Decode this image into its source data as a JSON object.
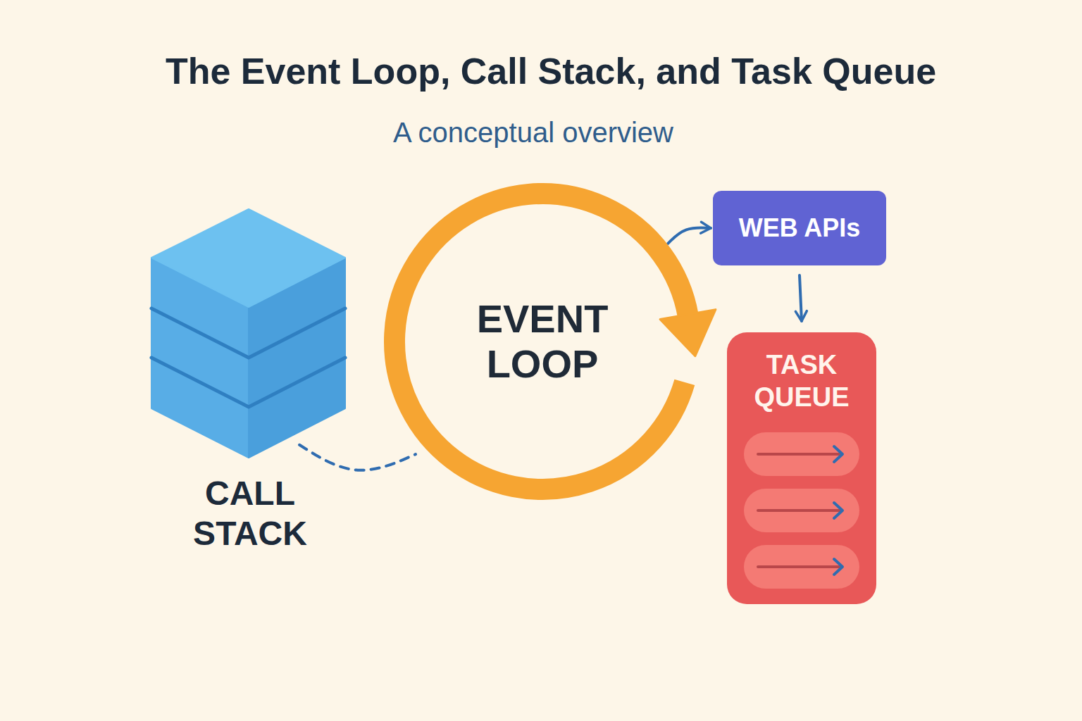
{
  "diagram": {
    "title": "The Event Loop, Call Stack, and Task Queue",
    "nodes": [
      {
        "text": [
          "CALL STACK"
        ]
      },
      {
        "text": [
          "EVENT LOOP"
        ]
      },
      {
        "text": [
          "WEB APIs"
        ]
      },
      {
        "text": [
          "TASK QUEUE"
        ]
      }
    ],
    "edges": [
      {
        "from": 0,
        "to": 1,
        "arrow": "none"
      },
      {
        "from": 1,
        "to": 2,
        "arrow": "to"
      },
      {
        "from": 2,
        "to": 3,
        "arrow": "to"
      }
    ],
    "labels": [
      "A conceptual overview"
    ]
  }
}
